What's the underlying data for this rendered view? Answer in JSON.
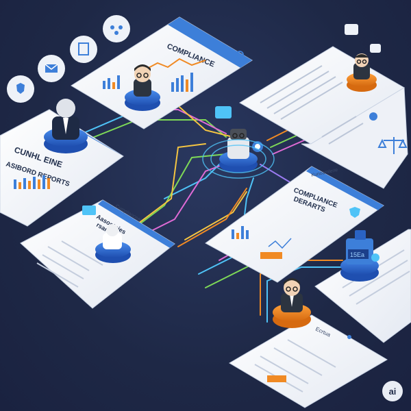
{
  "panels": {
    "top_center": {
      "title": "COMPLIANCE"
    },
    "left": {
      "title_line1": "CUNHL EINE",
      "title_line2": "ASIBORD REPORTS"
    },
    "center_left": {
      "title": "Cumplianceai",
      "subtitle1": "Aasostnies",
      "subtitle2": "rsar"
    },
    "center_right": {
      "header": "Kunoamlerie",
      "title_line1": "COMPLIANCE",
      "title_line2": "DERARTS"
    },
    "bottom": {
      "title": "Ecrtua"
    }
  },
  "device_label": "15Ea",
  "badge": "ai",
  "colors": {
    "background": "#1f2a48",
    "panel": "#f3f5f9",
    "accent_blue": "#3d7fd9",
    "accent_orange": "#f08a24",
    "line_green": "#7ed957",
    "line_pink": "#e06bd6",
    "line_cyan": "#4fc3f7",
    "line_yellow": "#f5c542",
    "line_purple": "#9b7bf2"
  },
  "icons": [
    "shield-icon",
    "envelope-icon",
    "document-icon",
    "network-icon",
    "chat-bubble-icon",
    "gear-icon",
    "scales-icon",
    "lock-icon"
  ]
}
